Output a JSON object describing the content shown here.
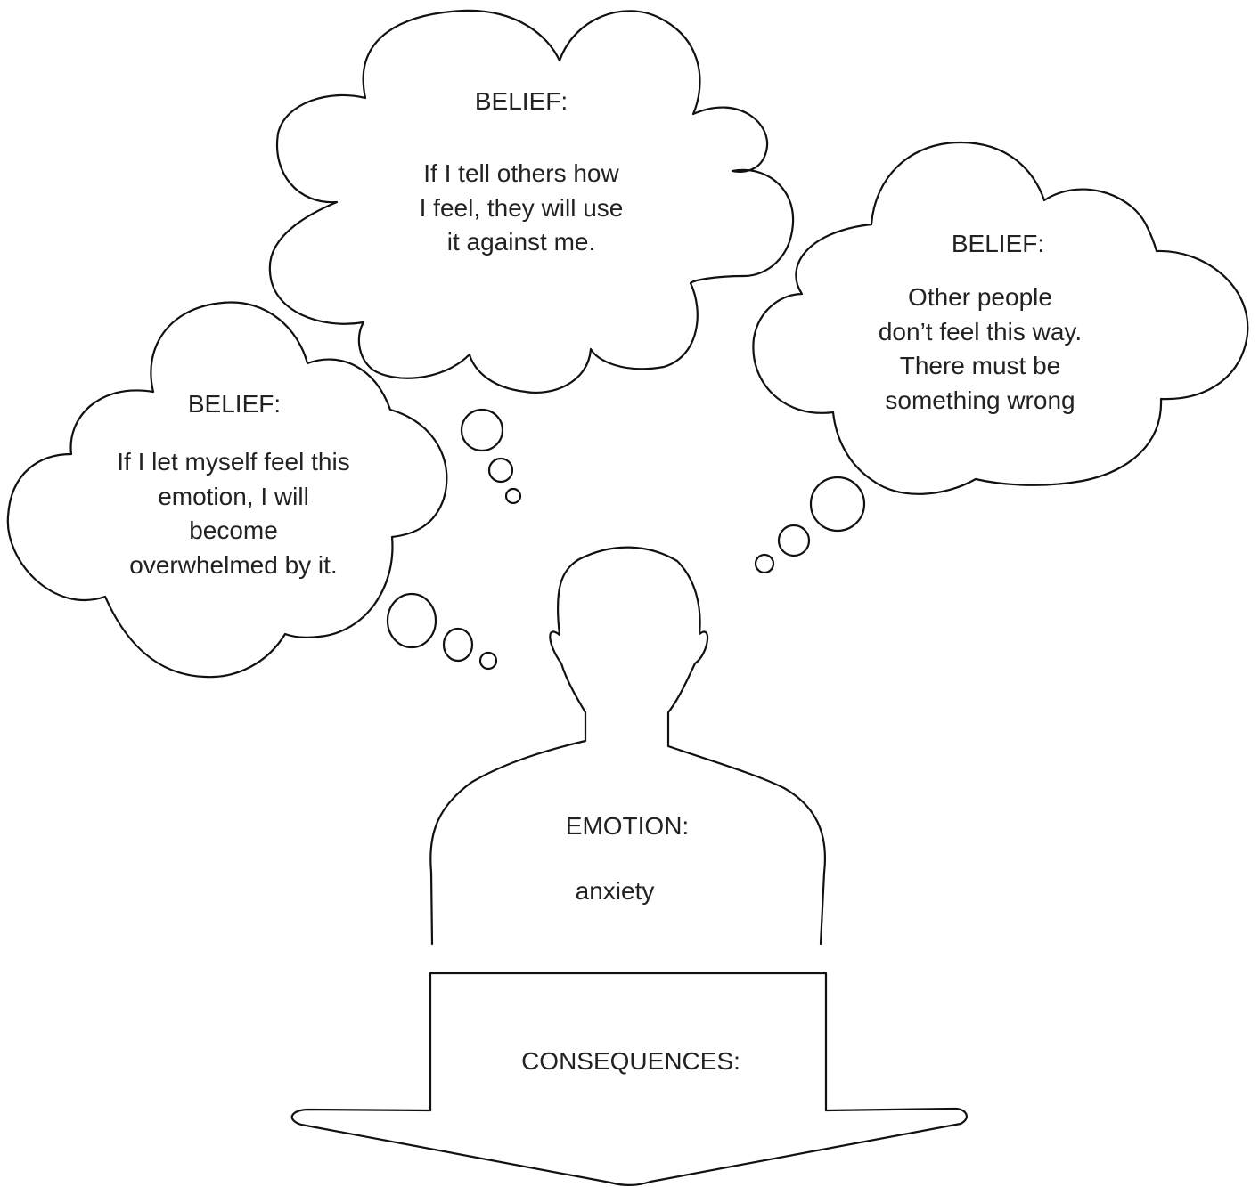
{
  "beliefs": [
    {
      "heading": "BELIEF:",
      "lines": [
        "If I tell others how",
        "I feel, they will use",
        "it against me."
      ]
    },
    {
      "heading": "BELIEF:",
      "lines": [
        "Other people",
        "don’t feel this way.",
        "There must be",
        "something wrong"
      ]
    },
    {
      "heading": "BELIEF:",
      "lines": [
        "If I let myself feel this",
        "emotion, I will",
        "become",
        "overwhelmed by it."
      ]
    }
  ],
  "emotion": {
    "heading": "EMOTION:",
    "value": "anxiety"
  },
  "consequences": {
    "heading": "CONSEQUENCES:"
  }
}
